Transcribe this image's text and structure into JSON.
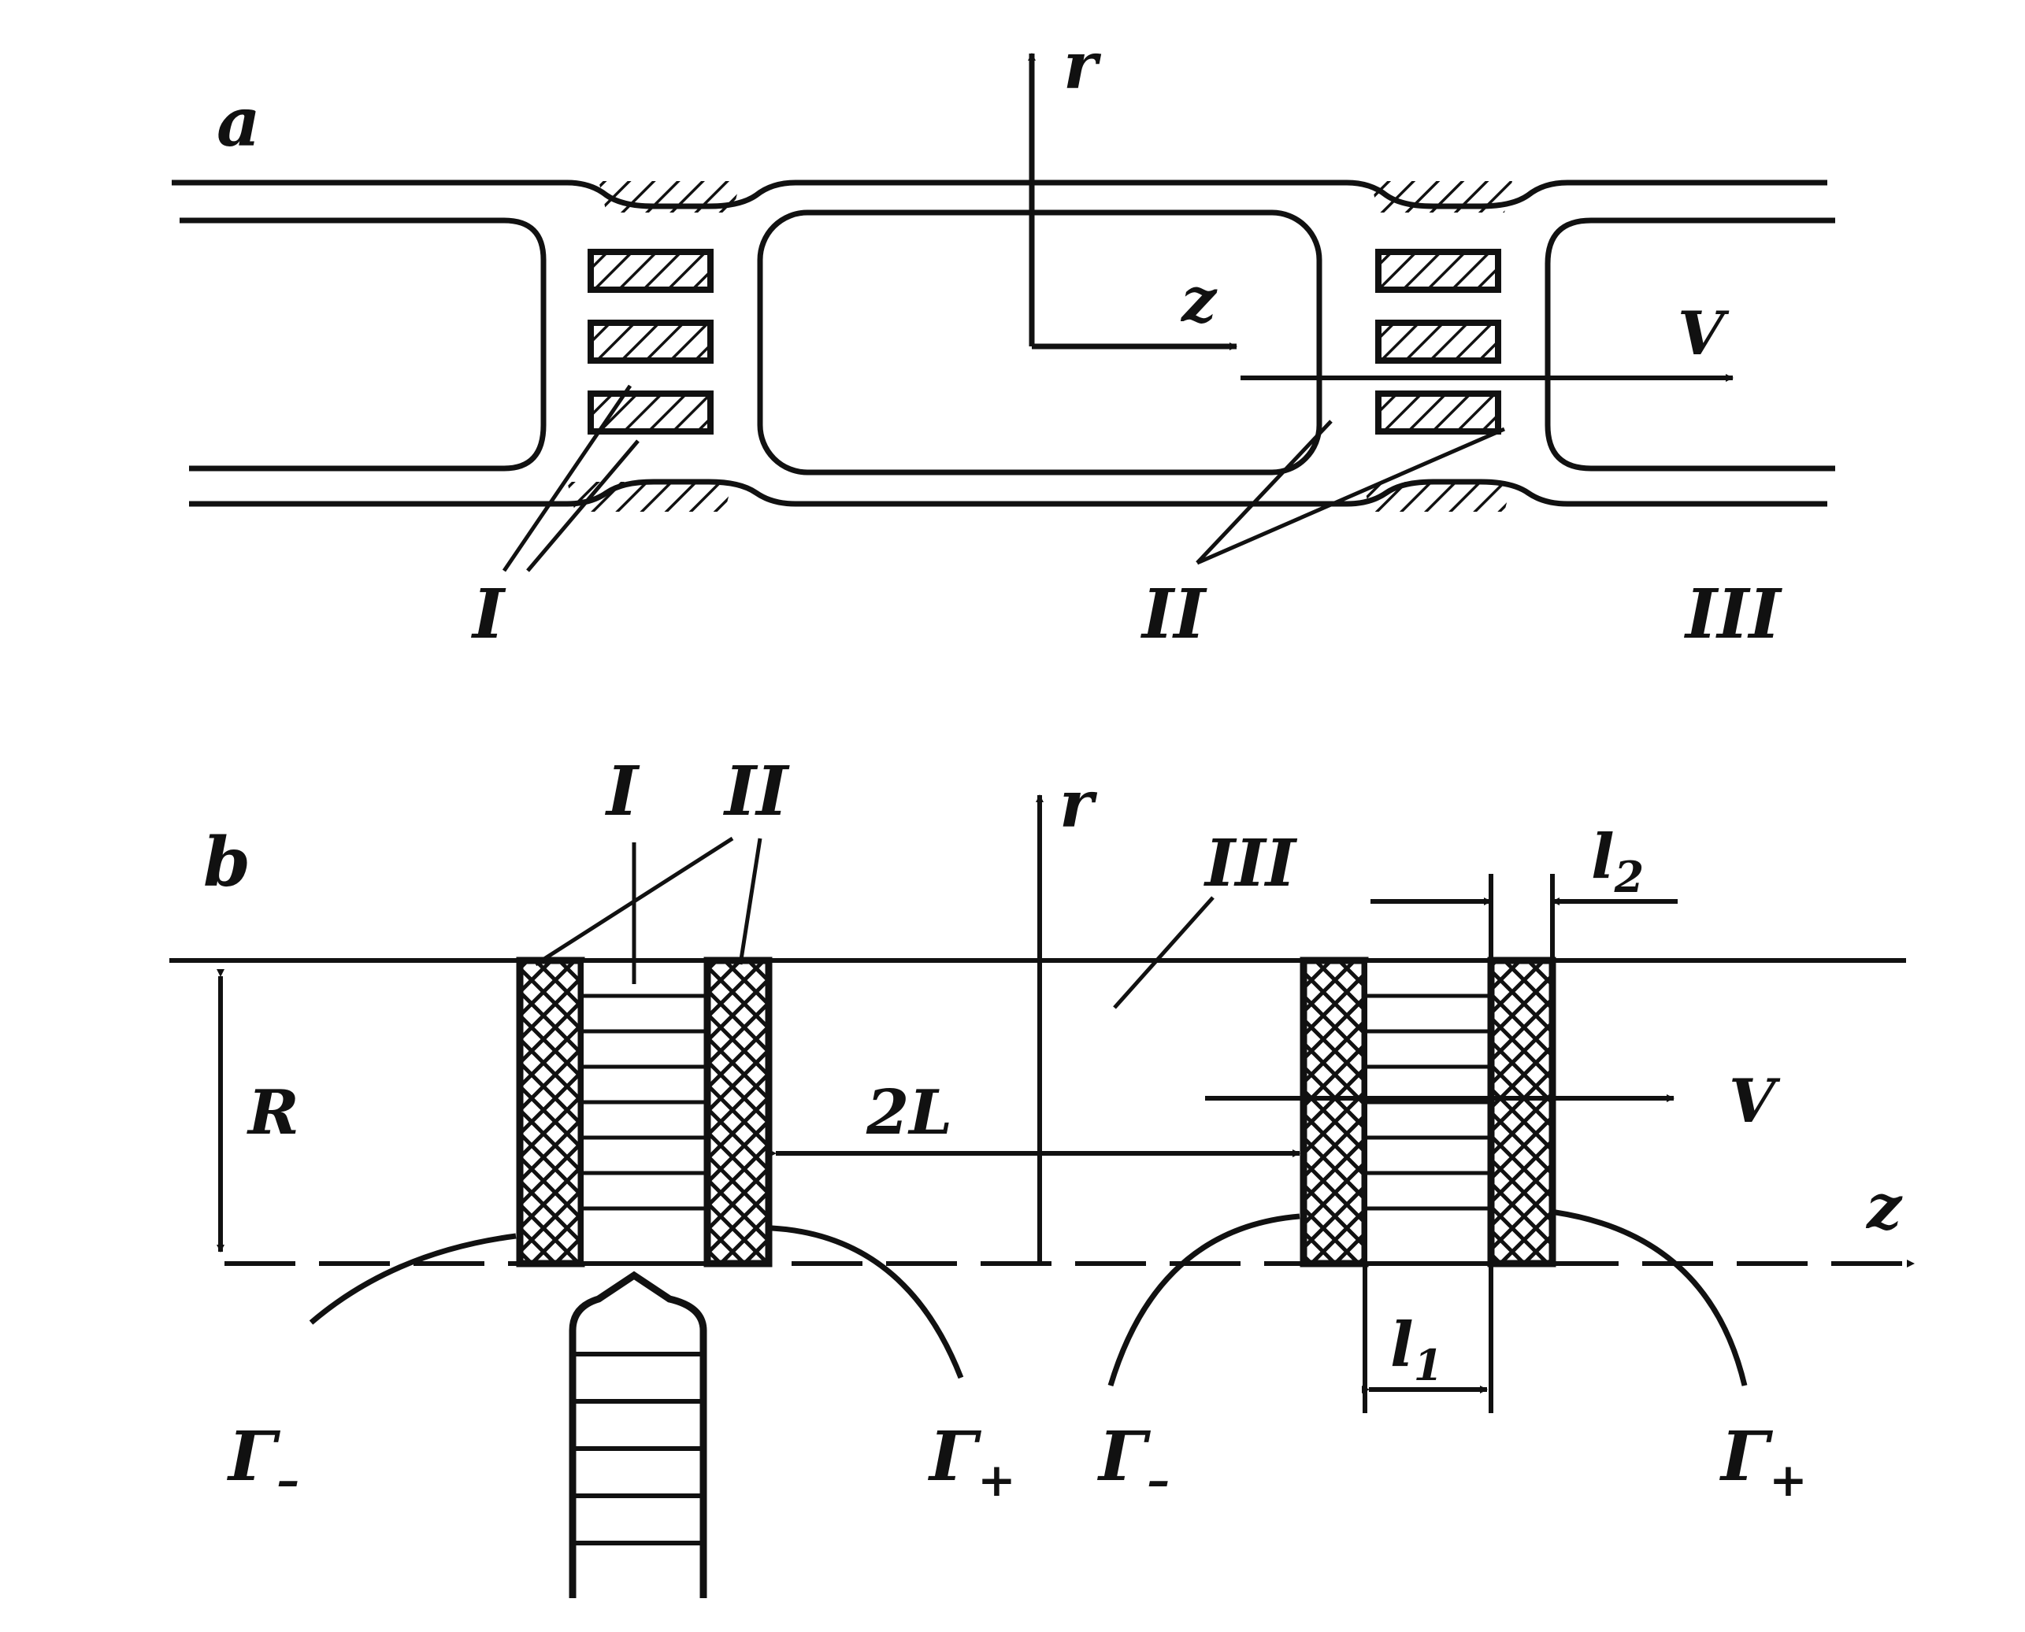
{
  "panels": {
    "a": {
      "label": "a",
      "axis_r": "r",
      "axis_z": "z",
      "velocity": "V",
      "region_I": "I",
      "region_II": "II",
      "region_III": "III"
    },
    "b": {
      "label": "b",
      "axis_r": "r",
      "axis_z": "z",
      "velocity": "V",
      "region_I": "I",
      "region_II": "II",
      "region_III": "III",
      "radius": "R",
      "spacing": "2L",
      "length_1": "l",
      "length_1_sub": "1",
      "length_2": "l",
      "length_2_sub": "2",
      "gamma_minus_left": "Γ",
      "gamma_minus_left_sub": "–",
      "gamma_plus_left": "Γ",
      "gamma_plus_left_sub": "+",
      "gamma_minus_right": "Γ",
      "gamma_minus_right_sub": "–",
      "gamma_plus_right": "Γ",
      "gamma_plus_right_sub": "+"
    }
  },
  "colors": {
    "ink": "#111111",
    "paper": "#ffffff"
  }
}
